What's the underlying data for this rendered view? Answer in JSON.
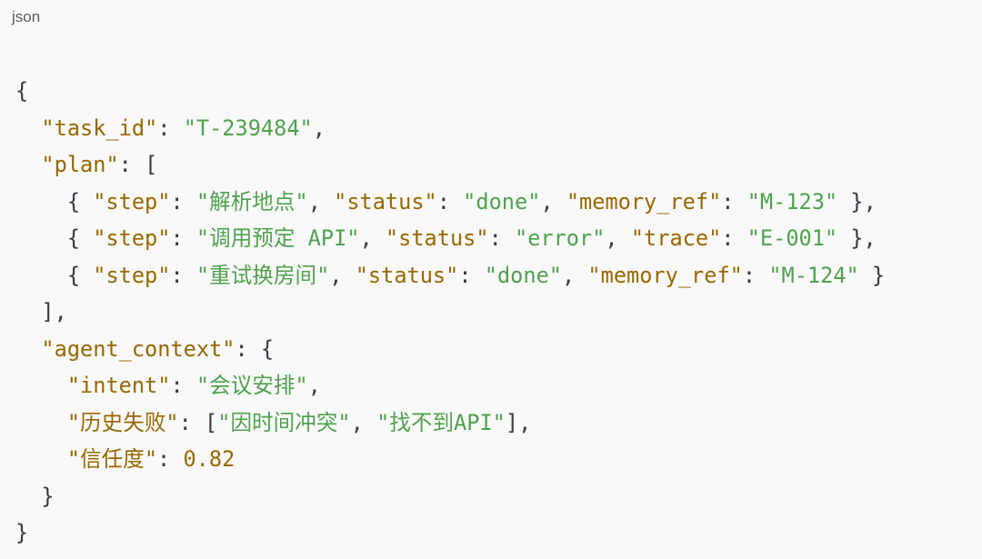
{
  "code_block": {
    "language_label": "json",
    "lines": [
      [
        {
          "t": "p",
          "v": "{"
        }
      ],
      [
        {
          "t": "p",
          "v": "  "
        },
        {
          "t": "k",
          "v": "\"task_id\""
        },
        {
          "t": "p",
          "v": ": "
        },
        {
          "t": "s",
          "v": "\"T-239484\""
        },
        {
          "t": "p",
          "v": ","
        }
      ],
      [
        {
          "t": "p",
          "v": "  "
        },
        {
          "t": "k",
          "v": "\"plan\""
        },
        {
          "t": "p",
          "v": ": ["
        }
      ],
      [
        {
          "t": "p",
          "v": "    { "
        },
        {
          "t": "k",
          "v": "\"step\""
        },
        {
          "t": "p",
          "v": ": "
        },
        {
          "t": "s",
          "v": "\"解析地点\""
        },
        {
          "t": "p",
          "v": ", "
        },
        {
          "t": "k",
          "v": "\"status\""
        },
        {
          "t": "p",
          "v": ": "
        },
        {
          "t": "s",
          "v": "\"done\""
        },
        {
          "t": "p",
          "v": ", "
        },
        {
          "t": "k",
          "v": "\"memory_ref\""
        },
        {
          "t": "p",
          "v": ": "
        },
        {
          "t": "s",
          "v": "\"M-123\""
        },
        {
          "t": "p",
          "v": " },"
        }
      ],
      [
        {
          "t": "p",
          "v": "    { "
        },
        {
          "t": "k",
          "v": "\"step\""
        },
        {
          "t": "p",
          "v": ": "
        },
        {
          "t": "s",
          "v": "\"调用预定 API\""
        },
        {
          "t": "p",
          "v": ", "
        },
        {
          "t": "k",
          "v": "\"status\""
        },
        {
          "t": "p",
          "v": ": "
        },
        {
          "t": "s",
          "v": "\"error\""
        },
        {
          "t": "p",
          "v": ", "
        },
        {
          "t": "k",
          "v": "\"trace\""
        },
        {
          "t": "p",
          "v": ": "
        },
        {
          "t": "s",
          "v": "\"E-001\""
        },
        {
          "t": "p",
          "v": " },"
        }
      ],
      [
        {
          "t": "p",
          "v": "    { "
        },
        {
          "t": "k",
          "v": "\"step\""
        },
        {
          "t": "p",
          "v": ": "
        },
        {
          "t": "s",
          "v": "\"重试换房间\""
        },
        {
          "t": "p",
          "v": ", "
        },
        {
          "t": "k",
          "v": "\"status\""
        },
        {
          "t": "p",
          "v": ": "
        },
        {
          "t": "s",
          "v": "\"done\""
        },
        {
          "t": "p",
          "v": ", "
        },
        {
          "t": "k",
          "v": "\"memory_ref\""
        },
        {
          "t": "p",
          "v": ": "
        },
        {
          "t": "s",
          "v": "\"M-124\""
        },
        {
          "t": "p",
          "v": " }"
        }
      ],
      [
        {
          "t": "p",
          "v": "  ],"
        }
      ],
      [
        {
          "t": "p",
          "v": "  "
        },
        {
          "t": "k",
          "v": "\"agent_context\""
        },
        {
          "t": "p",
          "v": ": {"
        }
      ],
      [
        {
          "t": "p",
          "v": "    "
        },
        {
          "t": "k",
          "v": "\"intent\""
        },
        {
          "t": "p",
          "v": ": "
        },
        {
          "t": "s",
          "v": "\"会议安排\""
        },
        {
          "t": "p",
          "v": ","
        }
      ],
      [
        {
          "t": "p",
          "v": "    "
        },
        {
          "t": "k",
          "v": "\"历史失败\""
        },
        {
          "t": "p",
          "v": ": ["
        },
        {
          "t": "s",
          "v": "\"因时间冲突\""
        },
        {
          "t": "p",
          "v": ", "
        },
        {
          "t": "s",
          "v": "\"找不到API\""
        },
        {
          "t": "p",
          "v": "],"
        }
      ],
      [
        {
          "t": "p",
          "v": "    "
        },
        {
          "t": "k",
          "v": "\"信任度\""
        },
        {
          "t": "p",
          "v": ": "
        },
        {
          "t": "n",
          "v": "0.82"
        }
      ],
      [
        {
          "t": "p",
          "v": "  }"
        }
      ],
      [
        {
          "t": "p",
          "v": "}"
        }
      ]
    ]
  },
  "colors": {
    "background": "#f9f9f9",
    "key": "#986801",
    "string": "#50a14f",
    "number": "#986801",
    "punctuation": "#383a42",
    "label": "#5c5c5c"
  }
}
